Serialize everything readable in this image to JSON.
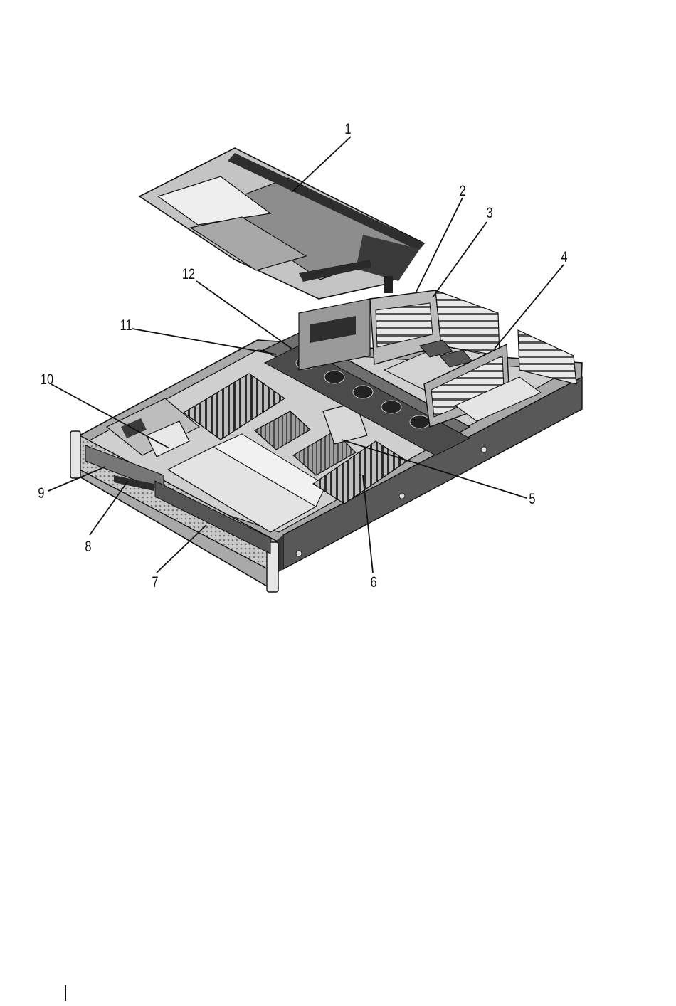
{
  "figure": {
    "callouts": [
      {
        "id": 1,
        "label": "1"
      },
      {
        "id": 2,
        "label": "2"
      },
      {
        "id": 3,
        "label": "3"
      },
      {
        "id": 4,
        "label": "4"
      },
      {
        "id": 5,
        "label": "5"
      },
      {
        "id": 6,
        "label": "6"
      },
      {
        "id": 7,
        "label": "7"
      },
      {
        "id": 8,
        "label": "8"
      },
      {
        "id": 9,
        "label": "9"
      },
      {
        "id": 10,
        "label": "10"
      },
      {
        "id": 11,
        "label": "11"
      },
      {
        "id": 12,
        "label": "12"
      }
    ]
  }
}
